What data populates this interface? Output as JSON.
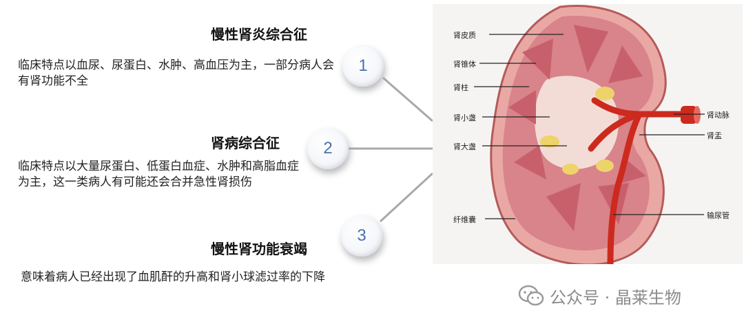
{
  "items": [
    {
      "number": "1",
      "title": "慢性肾炎综合征",
      "description": "临床特点以血尿、尿蛋白、水肿、高血压为主，一部分病人会有肾功能不全"
    },
    {
      "number": "2",
      "title": "肾病综合征",
      "description": "临床特点以大量尿蛋白、低蛋白血症、水肿和高脂血症为主，这一类病人有可能还会合并急性肾损伤"
    },
    {
      "number": "3",
      "title": "慢性肾功能衰竭",
      "description": "意味着病人已经出现了血肌酐的升高和肾小球滤过率的下降"
    }
  ],
  "kidney_labels": {
    "cortex": "肾皮质",
    "pyramid": "肾锥体",
    "column": "肾柱",
    "minor_calyx": "肾小盏",
    "major_calyx": "肾大盏",
    "capsule": "纤维囊",
    "renal_artery": "肾动脉",
    "pelvis": "肾盂",
    "ureter": "输尿管"
  },
  "watermark": {
    "text": "公众号 · 晶莱生物",
    "icon": "wechat-icon"
  },
  "colors": {
    "number": "#4a6fb0",
    "connector": "#a8a8a8",
    "kidney_tissue": "#d9838a",
    "artery": "#cc2a1e"
  }
}
